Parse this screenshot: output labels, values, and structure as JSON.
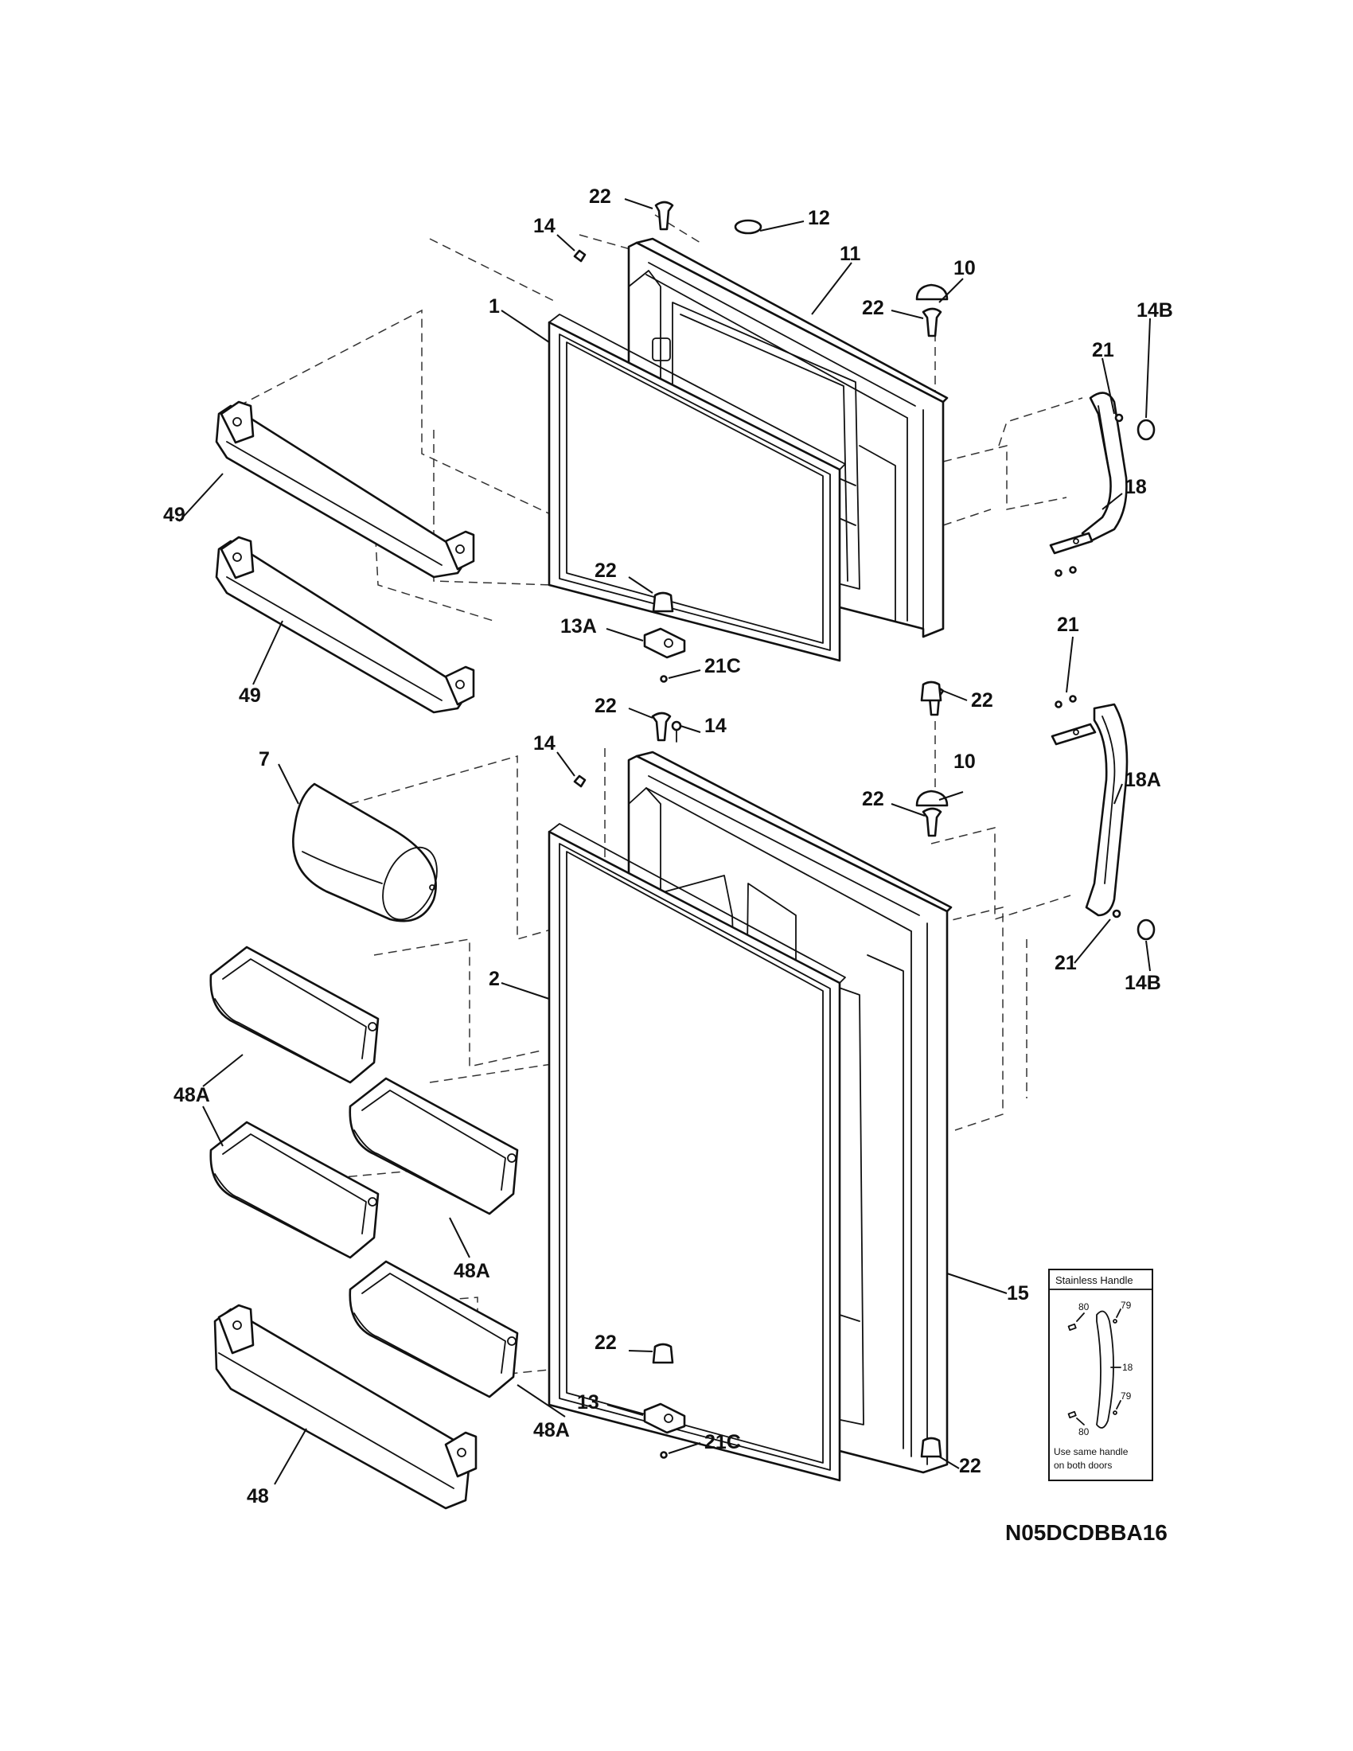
{
  "diagram_code": "N05DCDBBA16",
  "callouts": {
    "top_screw_22": "22",
    "freezer_plug_12": "12",
    "freezer_pin_14": "14",
    "freezer_door_11": "11",
    "freezer_cap_10": "10",
    "freezer_right_screw_22": "22",
    "freezer_gasket_1": "1",
    "upper_handle_screw_21": "21",
    "upper_handle_cap_14B": "14B",
    "upper_handle_18": "18",
    "shelf_upper_49": "49",
    "shelf_lower_49": "49",
    "freezer_bottom_pin_22": "22",
    "freezer_hinge_13A": "13A",
    "freezer_hinge_screw_21C": "21C",
    "freezer_lower_right_22": "22",
    "mid_handle_screw_21": "21",
    "fresh_top_screw_22": "22",
    "fresh_top_pin_14": "14",
    "fresh_left_pin_14": "14",
    "egg_bin_7": "7",
    "fresh_cap_10": "10",
    "fresh_right_screw_22": "22",
    "lower_handle_18A": "18A",
    "fresh_gasket_2": "2",
    "lower_handle_screw_21": "21",
    "lower_handle_cap_14B": "14B",
    "bin_48A_left": "48A",
    "bin_48A_mid": "48A",
    "fresh_door_15": "15",
    "bin_48A_low": "48A",
    "fresh_bottom_pin_22": "22",
    "fresh_hinge_13": "13",
    "fresh_hinge_screw_21C": "21C",
    "fresh_lower_right_22": "22",
    "bottom_shelf_48": "48"
  },
  "inset": {
    "title": "Stainless Handle",
    "label_80_top": "80",
    "label_79_top": "79",
    "label_18": "18",
    "label_79_bottom": "79",
    "label_80_bottom": "80",
    "note_line1": "Use same handle",
    "note_line2": "on both doors"
  }
}
